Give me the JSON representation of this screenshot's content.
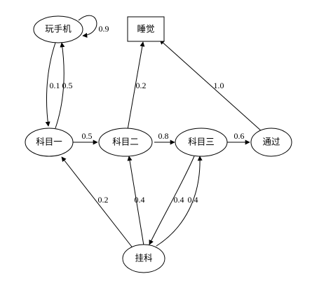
{
  "nodes": {
    "play_phone": {
      "label": "玩手机"
    },
    "sleep": {
      "label": "睡觉"
    },
    "subject1": {
      "label": "科目一"
    },
    "subject2": {
      "label": "科目二"
    },
    "subject3": {
      "label": "科目三"
    },
    "pass": {
      "label": "通过"
    },
    "fail": {
      "label": "挂科"
    }
  },
  "edges": {
    "play_self": {
      "from": "玩手机",
      "to": "玩手机",
      "weight": "0.9"
    },
    "play_to_s1": {
      "from": "玩手机",
      "to": "科目一",
      "weight": "0.1"
    },
    "s1_to_play": {
      "from": "科目一",
      "to": "玩手机",
      "weight": "0.5"
    },
    "s1_to_s2": {
      "from": "科目一",
      "to": "科目二",
      "weight": "0.5"
    },
    "s2_to_sleep": {
      "from": "科目二",
      "to": "睡觉",
      "weight": "0.2"
    },
    "s2_to_s3": {
      "from": "科目二",
      "to": "科目三",
      "weight": "0.8"
    },
    "s3_to_pass": {
      "from": "科目三",
      "to": "通过",
      "weight": "0.6"
    },
    "pass_to_sleep": {
      "from": "通过",
      "to": "睡觉",
      "weight": "1.0"
    },
    "fail_to_s1": {
      "from": "挂科",
      "to": "科目一",
      "weight": "0.2"
    },
    "fail_to_s2": {
      "from": "挂科",
      "to": "科目二",
      "weight": "0.4"
    },
    "s3_to_fail": {
      "from": "科目三",
      "to": "挂科",
      "weight": "0.4"
    },
    "fail_to_s3": {
      "from": "挂科",
      "to": "科目三",
      "weight": "0.4"
    }
  }
}
